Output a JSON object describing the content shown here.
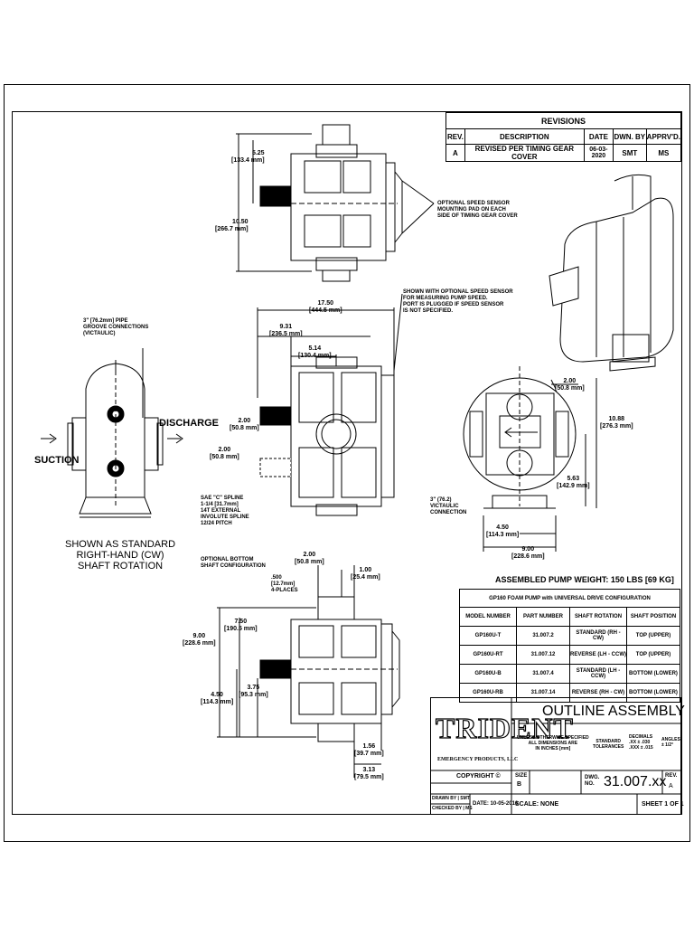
{
  "revisions": {
    "title": "REVISIONS",
    "headers": [
      "REV.",
      "DESCRIPTION",
      "DATE",
      "DWN. BY",
      "APPRV'D."
    ],
    "rows": [
      [
        "A",
        "REVISED PER TIMING GEAR COVER",
        "06-03-2020",
        "SMT",
        "MS"
      ]
    ]
  },
  "annotations": {
    "dim_5_25": "5.25\n[133.4 mm]",
    "dim_10_50": "10.50\n[266.7 mm]",
    "speed_sensor_pad": "OPTIONAL SPEED SENSOR\nMOUNTING PAD ON EACH\nSIDE OF TIMING GEAR COVER",
    "speed_sensor_note": "SHOWN WITH OPTIONAL SPEED SENSOR\nFOR MEASURING PUMP SPEED.\nPORT IS PLUGGED IF SPEED SENSOR\nIS NOT SPECIFIED.",
    "dim_17_50": "17.50\n[444.5 mm]",
    "dim_9_31": "9.31\n[236.5 mm]",
    "dim_5_14": "5.14\n[130.4 mm]",
    "pipe_groove": "3\" [76.2mm] PIPE\nGROOVE CONNECTIONS\n(VICTAULIC)",
    "discharge": "DISCHARGE",
    "suction": "SUCTION",
    "dim_2_00_a": "2.00\n[50.8 mm]",
    "dim_2_00_b": "2.00\n[50.8 mm]",
    "sae_spline": "SAE \"C\" SPLINE\n1-1/4 [31.7mm]\n14T EXTERNAL\nINVOLUTE SPLINE\n12/24 PITCH",
    "optional_bottom": "OPTIONAL BOTTOM\nSHAFT CONFIGURATION",
    "shown_as_standard": "SHOWN AS STANDARD\nRIGHT-HAND (CW)\nSHAFT ROTATION",
    "dim_2_00_c": "2.00\n[50.8 mm]",
    "dim_10_88": "10.88\n[276.3 mm]",
    "dim_5_63": "5.63\n[142.9 mm]",
    "victaulic": "3\" (76.2)\nVICTAULIC\nCONNECTION",
    "dim_4_50_a": "4.50\n[114.3 mm]",
    "dim_9_00_a": "9.00\n[228.6 mm]",
    "dim_2_00_d": "2.00\n[50.8 mm]",
    "dim_1_00": "1.00\n[25.4 mm]",
    "dim_500": ".500\n[12.7mm]\n4-PLACES",
    "dim_9_00_b": "9.00\n[228.6 mm]",
    "dim_7_50": "7.50\n[190.5 mm]",
    "dim_4_50_b": "4.50\n[114.3 mm]",
    "dim_3_75": "3.75\n[95.3 mm]",
    "dim_1_56": "1.56\n[39.7 mm]",
    "dim_3_13": "3.13\n[79.5 mm]"
  },
  "weight": "ASSEMBLED PUMP WEIGHT: 150 LBS [69 KG]",
  "config_table": {
    "title": "GP160 FOAM PUMP with UNIVERSAL DRIVE CONFIGURATION",
    "headers": [
      "MODEL NUMBER",
      "PART NUMBER",
      "SHAFT ROTATION",
      "SHAFT POSITION"
    ],
    "rows": [
      [
        "GP160U-T",
        "31.007.2",
        "STANDARD (RH - CW)",
        "TOP (UPPER)"
      ],
      [
        "GP160U-RT",
        "31.007.12",
        "REVERSE (LH - CCW)",
        "TOP (UPPER)"
      ],
      [
        "GP160U-B",
        "31.007.4",
        "STANDARD (LH - CCW)",
        "BOTTOM (LOWER)"
      ],
      [
        "GP160U-RB",
        "31.007.14",
        "REVERSE (RH - CW)",
        "BOTTOM (LOWER)"
      ]
    ]
  },
  "title_block": {
    "logo": "TRIDENT",
    "logo_sub": "EMERGENCY PRODUCTS, LLC",
    "drawing_title": "OUTLINE ASSEMBLY",
    "units_note": "UNLESS OTHERWISE SPECIFIED\nALL DIMENSIONS ARE\nIN INCHES [mm]",
    "standard_tol": "STANDARD\nTOLERANCES",
    "decimals": "DECIMALS\n.XX ± .030\n.XXX ± .015",
    "angles": "ANGLES\n± 1/2°",
    "copyright": "COPYRIGHT ©",
    "size_label": "SIZE",
    "size": "B",
    "dwg_label": "DWG.\nNO.",
    "dwg_no": "31.007.xx",
    "rev_label": "REV.",
    "rev": "A",
    "drawn_by": "DRAWN BY | SMT",
    "checked_by": "CHECKED BY | MS",
    "date": "DATE: 10-05-2016",
    "scale": "SCALE: NONE",
    "sheet": "SHEET 1 OF 1"
  }
}
